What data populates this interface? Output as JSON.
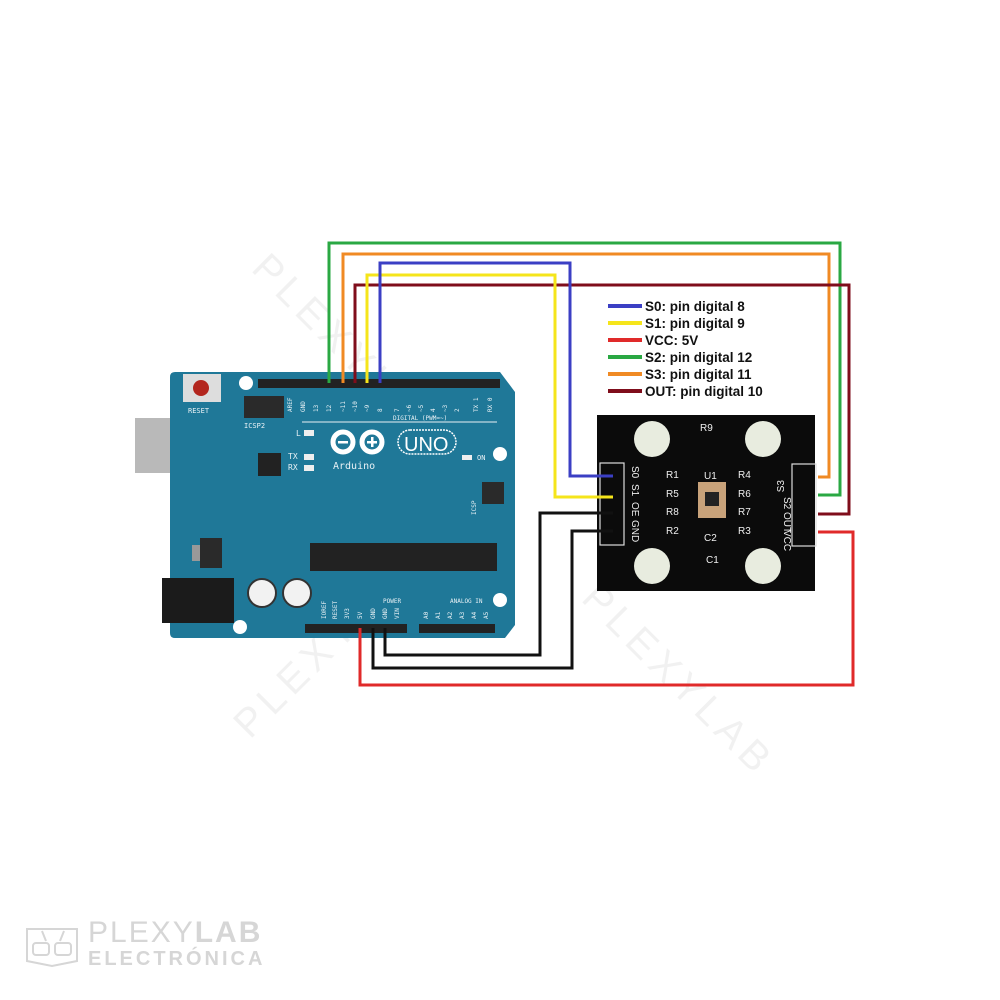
{
  "legend": [
    {
      "label": "S0: pin digital 8",
      "color": "#3b3fc4"
    },
    {
      "label": "S1: pin digital 9",
      "color": "#f5e51b"
    },
    {
      "label": "VCC: 5V",
      "color": "#e02a2a"
    },
    {
      "label": "S2: pin digital 12",
      "color": "#2aa843"
    },
    {
      "label": "S3: pin digital 11",
      "color": "#f08a24"
    },
    {
      "label": "OUT: pin digital 10",
      "color": "#7f0d1b"
    }
  ],
  "wire_colors": {
    "gnd": "#111111",
    "oe": "#111111"
  },
  "arduino": {
    "board_color": "#1f7898",
    "reset": "RESET",
    "icsp2": "ICSP2",
    "icsp": "ICSP",
    "logo_word": "Arduino",
    "model": "UNO",
    "led_l": "L",
    "led_tx": "TX",
    "led_rx": "RX",
    "led_on": "ON",
    "digital_label": "DIGITAL (PWM=~)",
    "power_label": "POWER",
    "analog_label": "ANALOG IN",
    "top_pins": [
      "AREF",
      "GND",
      "13",
      "12",
      "~11",
      "~10",
      "~9",
      "8",
      "7",
      "~6",
      "~5",
      "4",
      "~3",
      "2",
      "TX 1",
      "RX 0"
    ],
    "power_pins": [
      "IOREF",
      "RESET",
      "3V3",
      "5V",
      "GND",
      "GND",
      "VIN"
    ],
    "analog_pins": [
      "A0",
      "A1",
      "A2",
      "A3",
      "A4",
      "A5"
    ]
  },
  "sensor": {
    "left_pins": [
      "S0",
      "S1",
      "OE",
      "GND"
    ],
    "right_pins": [
      "S3",
      "S2",
      "OUT",
      "VCC"
    ],
    "components": [
      "R9",
      "R1",
      "R5",
      "R8",
      "R2",
      "R4",
      "R6",
      "R7",
      "R3",
      "U1",
      "C2",
      "C1"
    ]
  },
  "watermark": "PLEXYLAB",
  "brand": {
    "name_light": "PLEXY",
    "name_bold": "LAB",
    "tagline": "ELECTRÓNICA"
  }
}
